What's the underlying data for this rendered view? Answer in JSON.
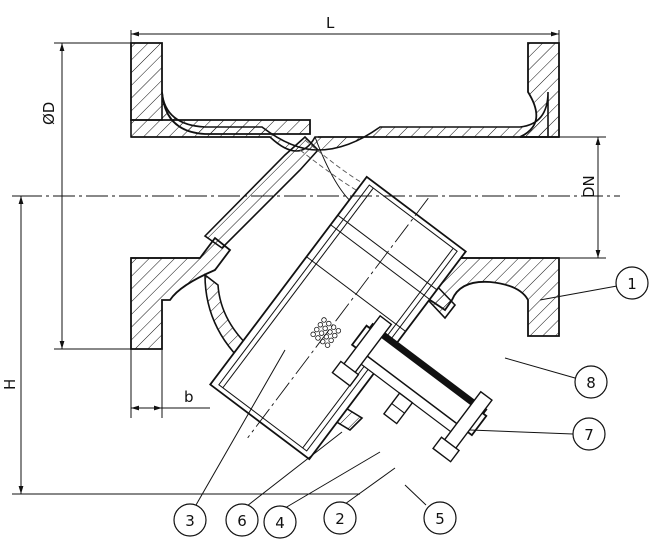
{
  "dimensions": {
    "length": "L",
    "diameter": "ØD",
    "nominal": "DN",
    "height": "H",
    "flange": "b"
  },
  "callouts": [
    "1",
    "2",
    "3",
    "4",
    "5",
    "6",
    "7",
    "8"
  ]
}
